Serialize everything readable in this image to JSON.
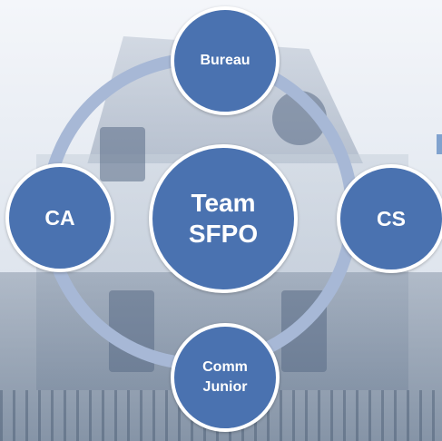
{
  "diagram": {
    "center": {
      "line1": "Team",
      "line2": "SFPO"
    },
    "nodes": {
      "top": {
        "label": "Bureau"
      },
      "left": {
        "label": "CA"
      },
      "right": {
        "label": "CS"
      },
      "bottom": {
        "line1": "Comm",
        "line2": "Junior"
      }
    }
  },
  "colors": {
    "node_fill": "#4a72b0",
    "node_border": "#ffffff",
    "ring": "#a7b8d6"
  }
}
